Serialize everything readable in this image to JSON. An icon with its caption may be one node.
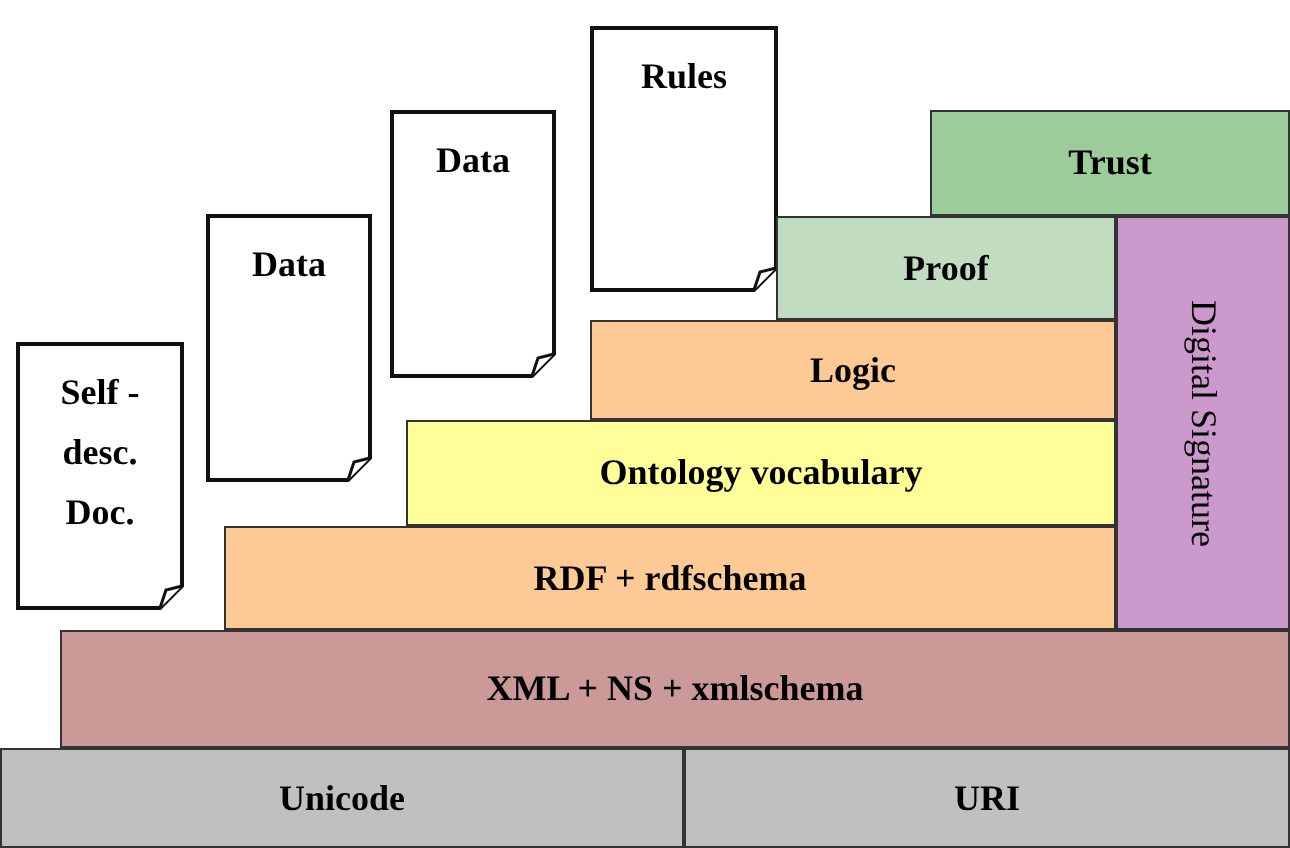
{
  "diagram": {
    "nodes": [
      {
        "text": [
          "Self - desc. Doc."
        ]
      },
      {
        "text": [
          "Data"
        ]
      },
      {
        "text": [
          "Data"
        ]
      },
      {
        "text": [
          "Rules"
        ]
      },
      {
        "text": [
          "Trust"
        ]
      },
      {
        "text": [
          "Proof"
        ]
      },
      {
        "text": [
          "Logic"
        ]
      },
      {
        "text": [
          "Ontology vocabulary"
        ]
      },
      {
        "text": [
          "Digital Signature"
        ]
      },
      {
        "text": [
          "RDF + rdfschema"
        ]
      },
      {
        "text": [
          "XML + NS + xmlschema"
        ]
      },
      {
        "text": [
          "Unicode"
        ]
      },
      {
        "text": [
          "URI"
        ]
      }
    ]
  }
}
